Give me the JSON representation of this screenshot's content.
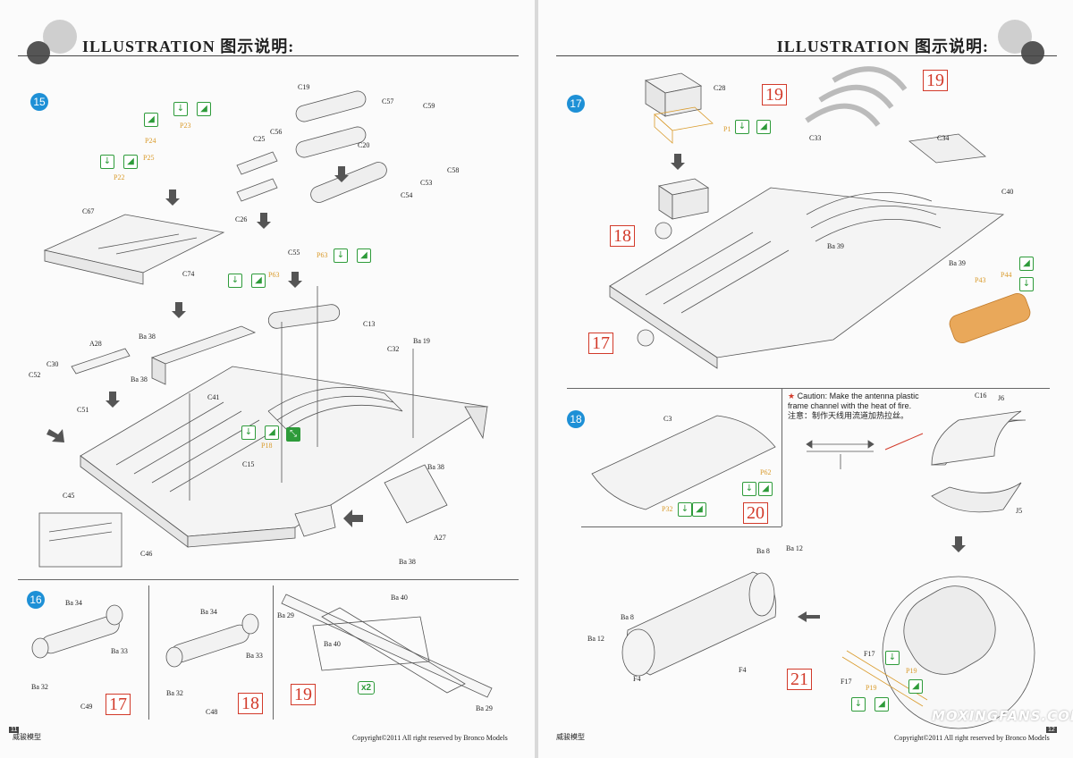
{
  "left_page": {
    "header_title": "ILLUSTRATION",
    "header_cn": "图示说明:",
    "page_number": "11",
    "footer_left": "威骏模型",
    "footer_right": "Copyright©2011  All right reserved by Bronco Models",
    "step15": {
      "number": "15",
      "labels": [
        "C19",
        "C57",
        "C56",
        "C20",
        "C59",
        "C25",
        "C58",
        "C53",
        "C54",
        "C26",
        "C55",
        "C67",
        "C74",
        "C13",
        "A28",
        "Ba 38",
        "C30",
        "C32",
        "Ba 19",
        "C52",
        "C51",
        "C41",
        "C45",
        "C15",
        "Ba 38",
        "C46",
        "A27",
        "Ba 38"
      ],
      "orange_labels": [
        "P23",
        "P24",
        "P25",
        "P22",
        "P63",
        "P63",
        "P18"
      ]
    },
    "step16": {
      "number": "16",
      "panelA": {
        "labels": [
          "Ba 34",
          "Ba 33",
          "Ba 32",
          "C49"
        ],
        "ref": "17"
      },
      "panelB": {
        "labels": [
          "Ba 34",
          "Ba 33",
          "Ba 32",
          "C48"
        ],
        "ref": "18"
      },
      "panelC": {
        "labels": [
          "Ba 40",
          "Ba 29",
          "Ba 40",
          "Ba 29"
        ],
        "ref": "19",
        "qty": "x2"
      }
    }
  },
  "right_page": {
    "header_title": "ILLUSTRATION",
    "header_cn": "图示说明:",
    "page_number": "12",
    "footer_left": "威骏模型",
    "footer_right": "Copyright©2011  All right reserved by Bronco Models",
    "step17": {
      "number": "17",
      "labels": [
        "C28",
        "C33",
        "C34",
        "C40",
        "Ba 39",
        "Ba 39"
      ],
      "orange_labels": [
        "P1",
        "P43",
        "P44"
      ],
      "refs": [
        "19",
        "19",
        "18",
        "17"
      ]
    },
    "step18": {
      "number": "18",
      "labels": [
        "C3",
        "C16",
        "J6",
        "J5"
      ],
      "orange_labels": [
        "P32",
        "P62"
      ],
      "ref": "20",
      "caution_en": "Caution: Make the antenna plastic frame channel with the heat of fire.",
      "caution_cn": "注意：制作天线用流道加热拉丝。"
    },
    "step21": {
      "labels": [
        "Ba 8",
        "Ba 12",
        "Ba 8",
        "Ba 12",
        "F4",
        "F4",
        "F17",
        "F17"
      ],
      "orange_labels": [
        "P19",
        "P19"
      ],
      "ref": "21"
    },
    "watermark": "MOXINGFANS.COM"
  }
}
